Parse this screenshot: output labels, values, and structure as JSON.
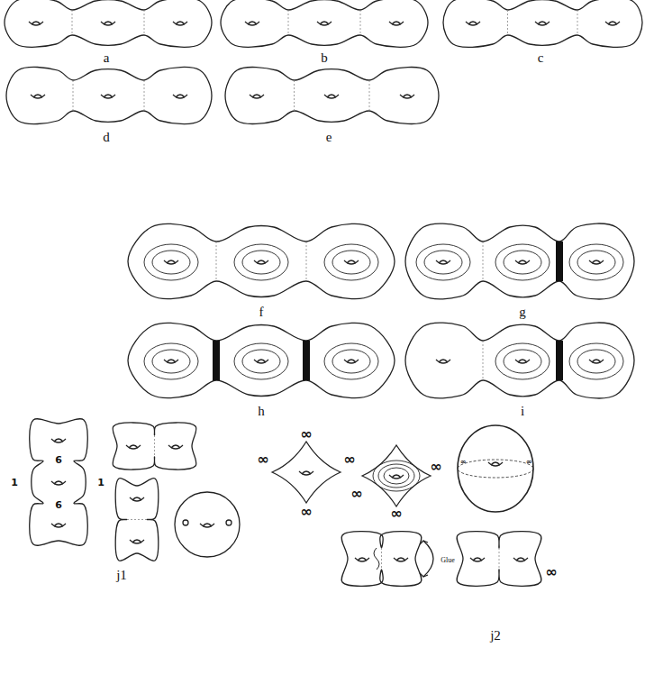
{
  "diagram": {
    "labels": [
      "a",
      "b",
      "c",
      "d",
      "e",
      "f",
      "g",
      "h",
      "i",
      "1",
      "6",
      "6",
      "1",
      "j1",
      "∞",
      "∞",
      "∞",
      "∞",
      "∞",
      "∞",
      "∞",
      "∞",
      "∞",
      "Glue",
      "∞",
      "j2"
    ]
  }
}
